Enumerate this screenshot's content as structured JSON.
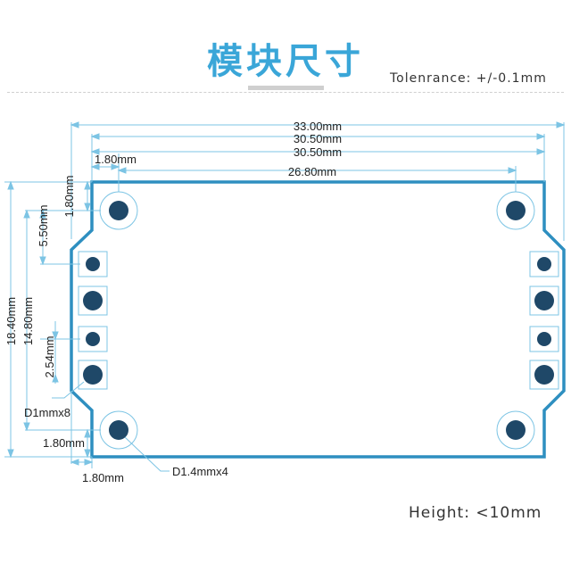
{
  "header": {
    "title": "模块尺寸",
    "tolerance": "Tolenrance: +/-0.1mm"
  },
  "footer": {
    "height_note": "Height: <10mm"
  },
  "dimensions": {
    "overall_width": "33.00mm",
    "pcb_width": "30.50mm",
    "inner_width": "30.50mm",
    "left_hole_offset": "1.80mm",
    "hole_spacing_x": "26.80mm",
    "overall_height": "18.40mm",
    "hole_spacing_y": "14.80mm",
    "top_hole_offset": "1.80mm",
    "top_pin_offset": "5.50mm",
    "pin_pitch": "2.54mm",
    "pin_hole_label": "D1mmx8",
    "bottom_hole_offset": "1.80mm",
    "bottom_left_offset": "1.80mm",
    "mount_hole_label": "D1.4mmx4"
  },
  "colors": {
    "board_outline": "#2e8fc0",
    "dimension_line": "#7cc4e4",
    "pad": "#1f4868",
    "title": "#3aa6d8"
  }
}
